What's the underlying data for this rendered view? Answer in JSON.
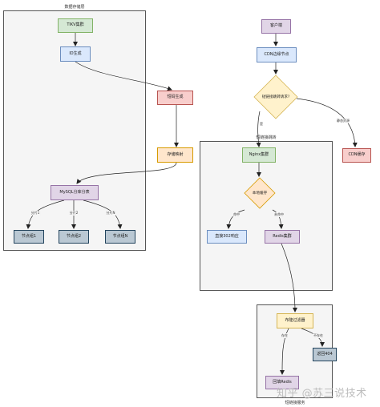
{
  "groups": {
    "storage_layer": "数据存储层",
    "short_link_service": "短链接服务",
    "short_link_redirect": "短链接跳转"
  },
  "nodes": {
    "tikv_cluster": "TIKV集群",
    "id_generate": "ID生成",
    "short_code_generate": "短码生成",
    "store_mapping": "存储映射",
    "mysql_sharding": "MySQL分库分表",
    "shard_1": "节点组1",
    "shard_2": "节点组2",
    "shard_n": "节点组N",
    "client": "客户端",
    "cdn_edge": "CDN边缘节点",
    "is_short_link": "短链接跳转请求?",
    "cdn_cache": "CDN缓存",
    "nginx_cluster": "Nginx集群",
    "local_cache": "本地缓存",
    "redirect_302": "直接302响应",
    "redis_cluster": "Redis集群",
    "bloom_filter": "布隆过滤器",
    "return_404": "返回404",
    "backfill_redis": "回填Redis"
  },
  "edge_labels": {
    "shard_1": "分片1",
    "shard_2": "分片2",
    "shard_n": "分片N",
    "yes": "是",
    "static_resource": "静态资源",
    "hit_left": "命中",
    "miss": "未命中",
    "exists": "存在",
    "not_exists": "不存在"
  },
  "watermark": "知乎 @苏三说技术"
}
